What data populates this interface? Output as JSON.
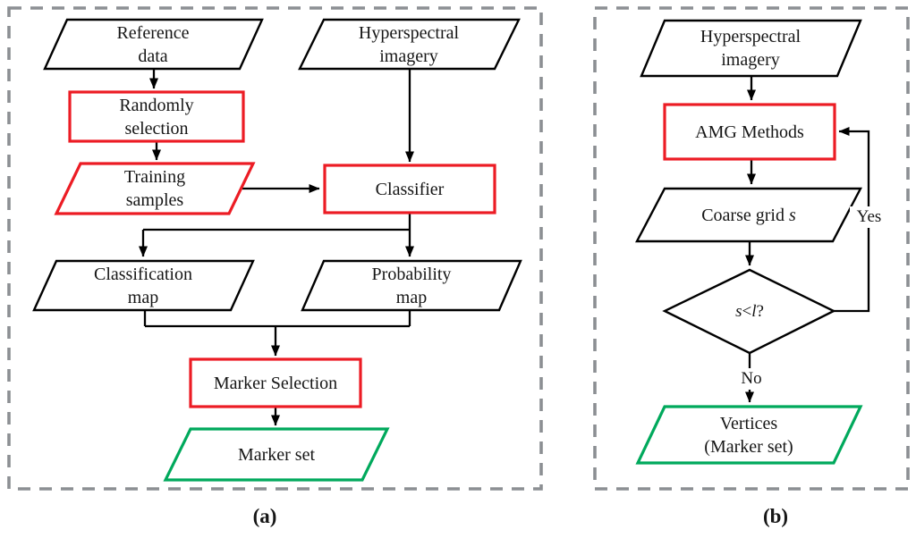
{
  "figure": {
    "panel_a": {
      "caption": "(a)",
      "nodes": {
        "reference_data": "Reference\ndata",
        "hyperspectral_imagery": "Hyperspectral\nimagery",
        "randomly_selection": "Randomly\nselection",
        "training_samples": "Training\nsamples",
        "classifier": "Classifier",
        "classification_map": "Classification\nmap",
        "probability_map": "Probability\nmap",
        "marker_selection": "Marker Selection",
        "marker_set": "Marker set"
      }
    },
    "panel_b": {
      "caption": "(b)",
      "nodes": {
        "hyperspectral_imagery": "Hyperspectral\nimagery",
        "amg_methods": "AMG Methods",
        "coarse_grid_prefix": "Coarse grid ",
        "coarse_grid_var": "s",
        "decision_lhs": "s",
        "decision_op": "<",
        "decision_rhs": "l",
        "decision_suffix": "?",
        "edge_yes": "Yes",
        "edge_no": "No",
        "vertices_marker_set": "Vertices\n(Marker set)"
      }
    },
    "colors": {
      "highlight_red": "#EC1C24",
      "output_green": "#00A95C",
      "dashed_border_gray": "#8C8F93",
      "line_black": "#000000"
    }
  }
}
